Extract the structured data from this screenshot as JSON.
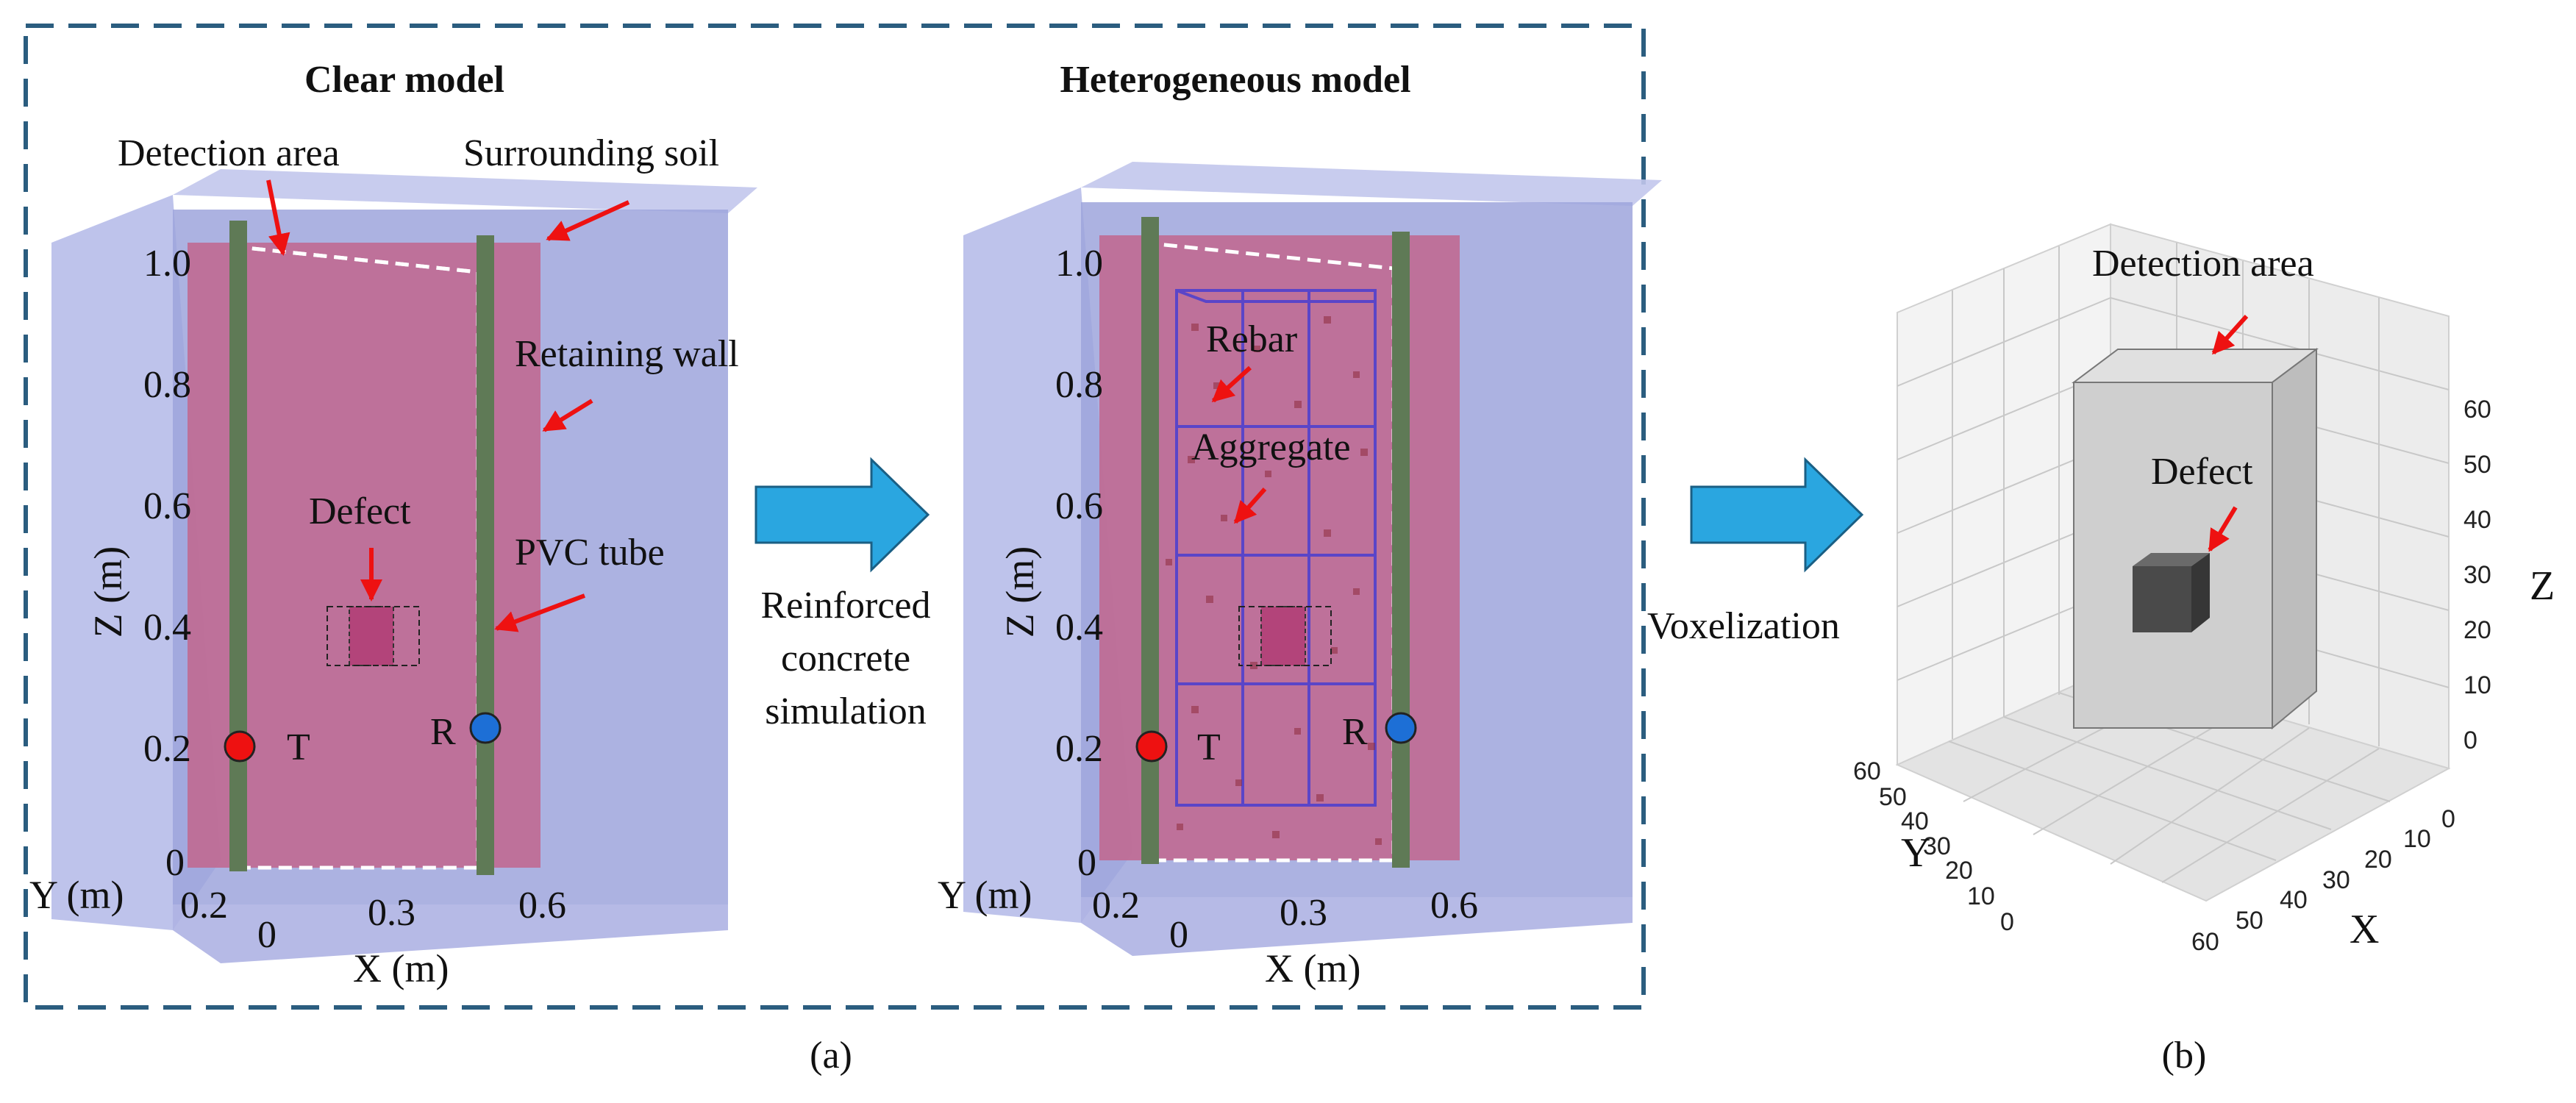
{
  "panel_a": {
    "caption": "(a)",
    "clear_model": {
      "title": "Clear model",
      "labels": {
        "detection_area": "Detection area",
        "surrounding_soil": "Surrounding soil",
        "retaining_wall": "Retaining wall",
        "defect": "Defect",
        "pvc_tube": "PVC tube",
        "transmitter": "T",
        "receiver": "R"
      },
      "z_axis": {
        "name": "Z (m)",
        "ticks": [
          "1.0",
          "0.8",
          "0.6",
          "0.4",
          "0.2",
          "0"
        ]
      },
      "y_axis": {
        "name": "Y (m)",
        "ticks": [
          "0.2",
          "0"
        ]
      },
      "x_axis": {
        "name": "X (m)",
        "ticks": [
          "0.3",
          "0.6"
        ]
      }
    },
    "arrow_label": "Reinforced concrete simulation",
    "arrow_label_lines": [
      "Reinforced",
      "concrete",
      "simulation"
    ],
    "heterogeneous_model": {
      "title": "Heterogeneous model",
      "labels": {
        "rebar": "Rebar",
        "aggregate": "Aggregate",
        "transmitter": "T",
        "receiver": "R"
      },
      "z_axis": {
        "name": "Z (m)",
        "ticks": [
          "1.0",
          "0.8",
          "0.6",
          "0.4",
          "0.2",
          "0"
        ]
      },
      "y_axis": {
        "name": "Y (m)",
        "ticks": [
          "0.2",
          "0"
        ]
      },
      "x_axis": {
        "name": "X (m)",
        "ticks": [
          "0.3",
          "0.6"
        ]
      }
    }
  },
  "voxel_arrow_label": "Voxelization",
  "panel_b": {
    "caption": "(b)",
    "labels": {
      "detection_area": "Detection area",
      "defect": "Defect"
    },
    "z_axis": {
      "name": "Z",
      "ticks": [
        "60",
        "50",
        "40",
        "30",
        "20",
        "10",
        "0"
      ]
    },
    "y_axis": {
      "name": "Y",
      "ticks": [
        "60",
        "50",
        "40",
        "30",
        "20",
        "10",
        "0"
      ]
    },
    "x_axis": {
      "name": "X",
      "ticks": [
        "0",
        "10",
        "20",
        "30",
        "40",
        "50",
        "60"
      ]
    }
  },
  "colors": {
    "frame_dash": "#2b5d7f",
    "soil_fill": "#9ea4dc",
    "wall_fill": "#c06890",
    "tube_fill": "#5f7a56",
    "flow_arrow": "#2aa6e0",
    "pointer_arrow": "#ee1111",
    "transmitter": "#ee1111",
    "receiver": "#1d6fd6",
    "rebar": "#5a45c8",
    "aggregate": "#8e2c3c"
  }
}
